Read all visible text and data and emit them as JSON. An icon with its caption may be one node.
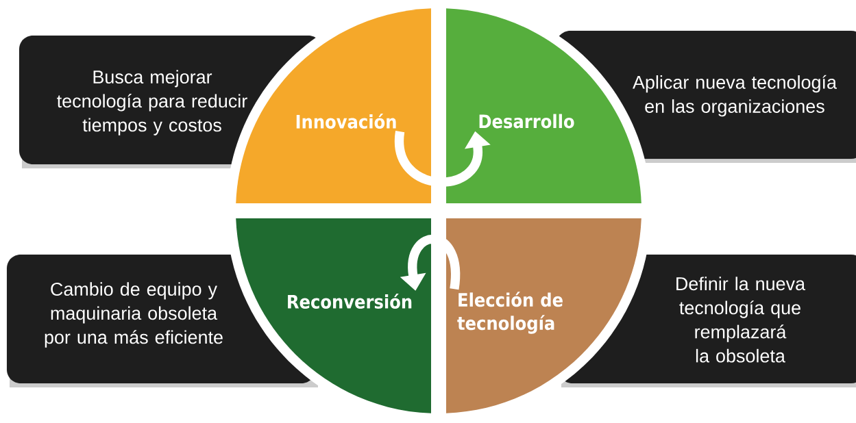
{
  "diagram": {
    "nodes": [
      {
        "text": [
          "Busca mejorar tecnología para reducir tiempos y costos"
        ]
      },
      {
        "text": [
          "Innovación"
        ]
      },
      {
        "text": [
          "Desarrollo"
        ]
      },
      {
        "text": [
          "Aplicar nueva tecnología en las organizaciones"
        ]
      },
      {
        "text": [
          "Cambio de equipo y maquinaria obsoleta por una más eficiente"
        ]
      },
      {
        "text": [
          "Reconversión"
        ]
      },
      {
        "text": [
          "Elección de tecnología"
        ]
      },
      {
        "text": [
          "Definir la nueva tecnología que remplazará la obsoleta"
        ]
      }
    ],
    "edges": [
      {
        "from": 1,
        "to": 2,
        "arrow": "to"
      },
      {
        "from": 6,
        "to": 5,
        "arrow": "to"
      }
    ]
  }
}
